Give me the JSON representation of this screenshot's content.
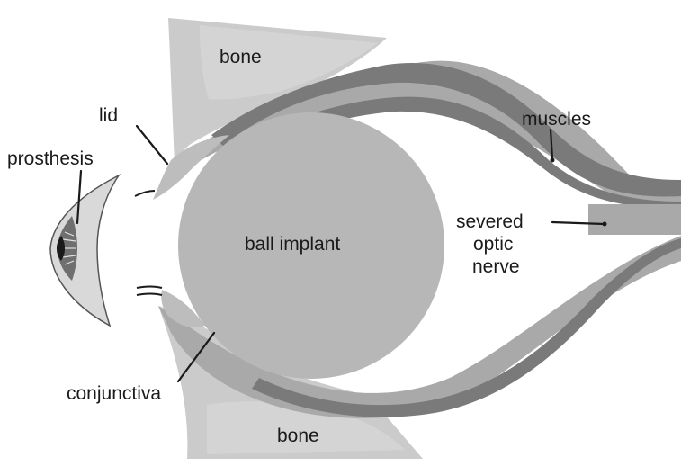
{
  "labels": {
    "bone_top": "bone",
    "lid": "lid",
    "prosthesis": "prosthesis",
    "muscles": "muscles",
    "ball_implant": "ball implant",
    "severed_optic_nerve": [
      "severed",
      "optic",
      "nerve"
    ],
    "conjunctiva": "conjunctiva",
    "bone_bottom": "bone"
  },
  "colors": {
    "bone": "#cbcbcb",
    "socket_tissue": "#a9a9a9",
    "muscle": "#7a7a7a",
    "implant": "#b7b7b7",
    "optic_nerve": "#a9a9a9",
    "prosthesis_shell": "#d9d9d9",
    "iris": "#6f6f6f",
    "pupil": "#1a1a1a",
    "lid": "#bdbdbd",
    "text": "#1a1a1a"
  }
}
